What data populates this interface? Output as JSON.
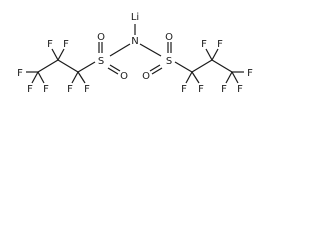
{
  "molecule": {
    "atoms": [
      {
        "id": "li",
        "symbol": "Li"
      },
      {
        "id": "n",
        "symbol": "N"
      },
      {
        "id": "s1",
        "symbol": "S"
      },
      {
        "id": "s2",
        "symbol": "S"
      },
      {
        "id": "o1",
        "symbol": "O"
      },
      {
        "id": "o2",
        "symbol": "O"
      },
      {
        "id": "o3",
        "symbol": "O"
      },
      {
        "id": "o4",
        "symbol": "O"
      },
      {
        "id": "f1",
        "symbol": "F"
      },
      {
        "id": "f2",
        "symbol": "F"
      },
      {
        "id": "f3",
        "symbol": "F"
      },
      {
        "id": "f4",
        "symbol": "F"
      },
      {
        "id": "f5",
        "symbol": "F"
      },
      {
        "id": "f6",
        "symbol": "F"
      },
      {
        "id": "f7",
        "symbol": "F"
      },
      {
        "id": "f8",
        "symbol": "F"
      },
      {
        "id": "f9",
        "symbol": "F"
      },
      {
        "id": "f10",
        "symbol": "F"
      },
      {
        "id": "f11",
        "symbol": "F"
      },
      {
        "id": "f12",
        "symbol": "F"
      },
      {
        "id": "f13",
        "symbol": "F"
      },
      {
        "id": "f14",
        "symbol": "F"
      }
    ]
  }
}
